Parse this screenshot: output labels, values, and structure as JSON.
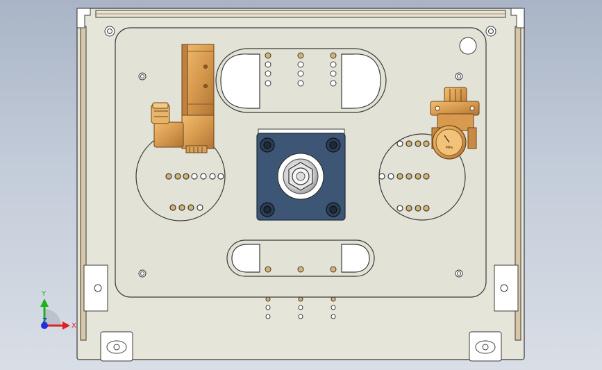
{
  "viewport": {
    "background_top": "#a9b4c6",
    "background_bottom": "#d9dee6",
    "plate_color": "#e3e2d6",
    "outline_color": "#3a3a3a",
    "brass_color": "#d79a4e",
    "block_color": "#3d5675"
  },
  "triad": {
    "x_label": "X",
    "y_label": "Y",
    "z_label": "Z",
    "x_color": "#e02020",
    "y_color": "#1fb01f",
    "z_color": "#2030e0"
  },
  "gauge": {
    "dial_text": "MPa"
  }
}
